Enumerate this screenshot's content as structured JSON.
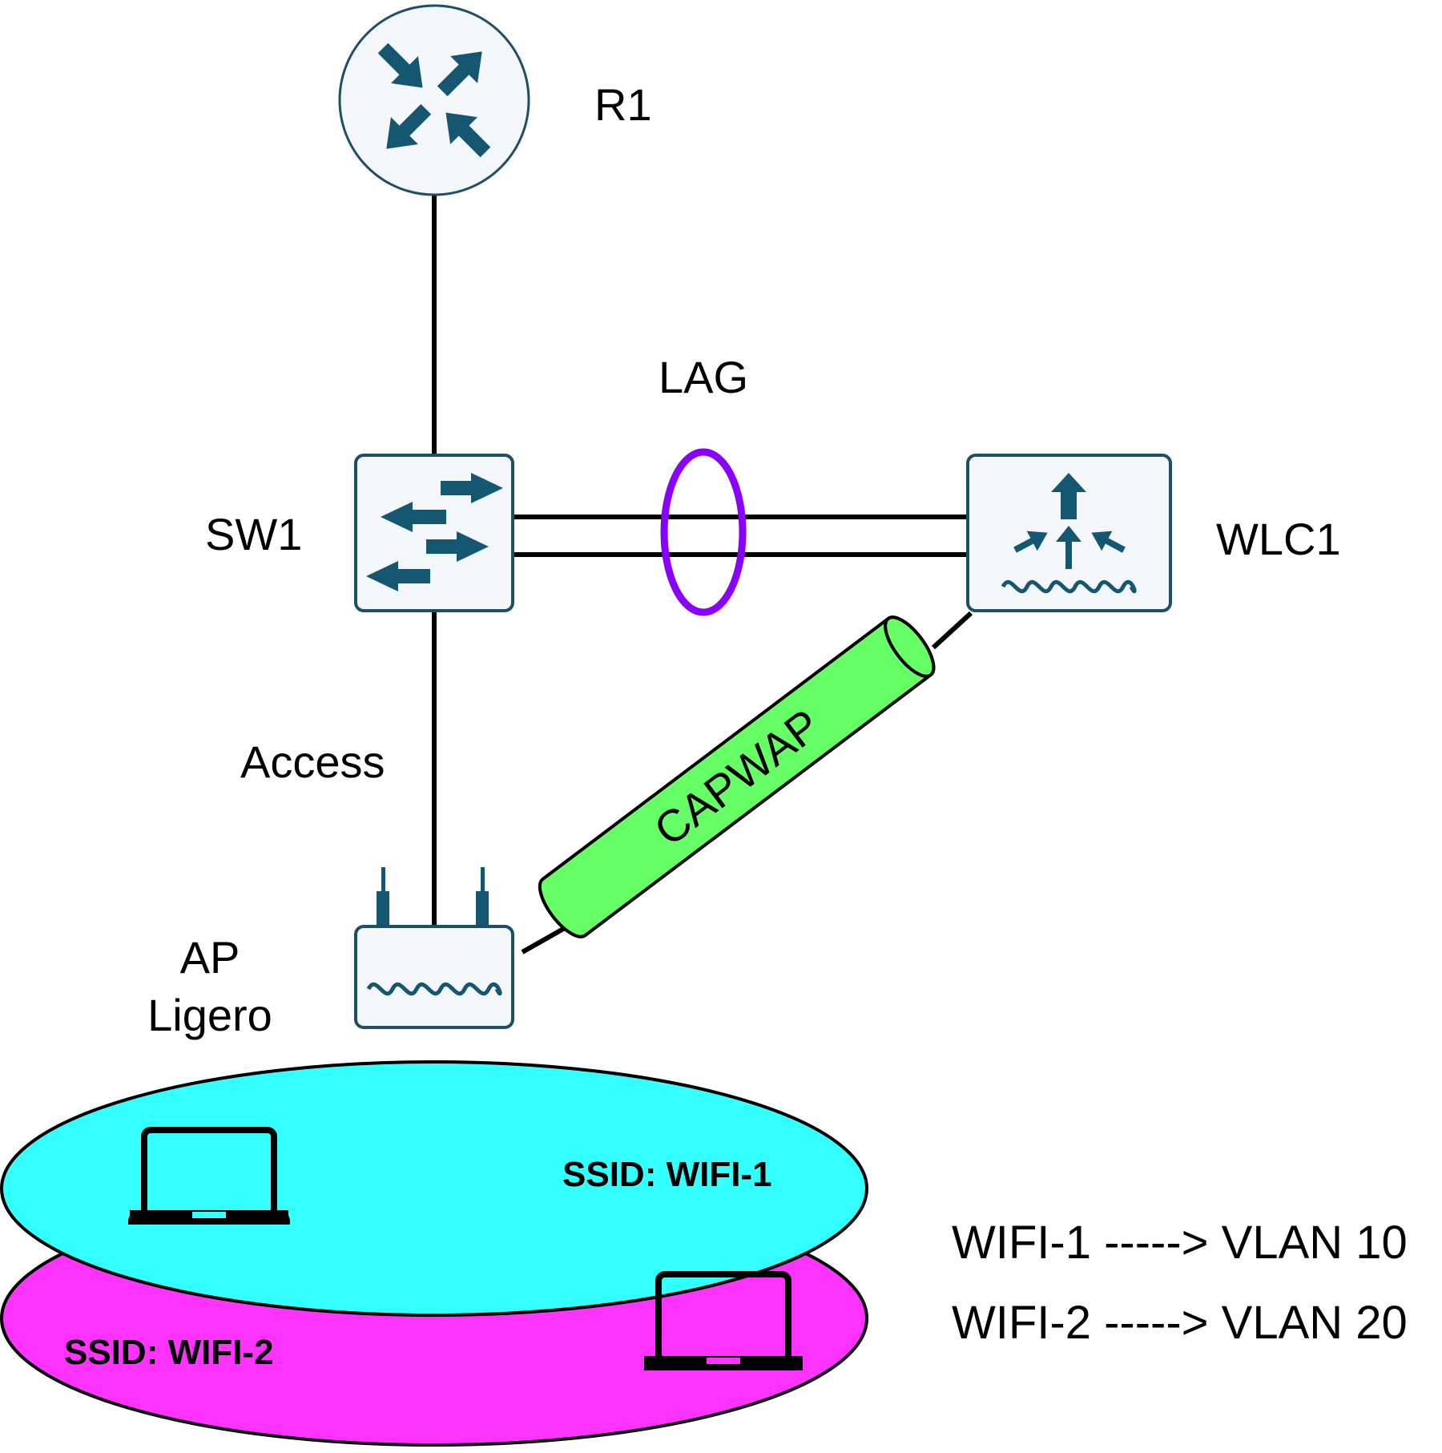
{
  "devices": {
    "router": {
      "label": "R1"
    },
    "switch": {
      "label": "SW1"
    },
    "wlc": {
      "label": "WLC1"
    },
    "ap": {
      "label_line1": "AP",
      "label_line2": "Ligero"
    }
  },
  "links": {
    "lag_label": "LAG",
    "access_label": "Access",
    "tunnel_label": "CAPWAP"
  },
  "wireless": {
    "ssid1": "SSID: WIFI-1",
    "ssid2": "SSID: WIFI-2"
  },
  "mapping": {
    "line1": "WIFI-1 -----> VLAN 10",
    "line2": "WIFI-2 -----> VLAN 20"
  },
  "colors": {
    "lag_ring": "#8a00ff",
    "tunnel": "#66ff66",
    "ssid1_area": "#33ffff",
    "ssid2_area": "#ff33ff",
    "device_icon": "#155670"
  }
}
